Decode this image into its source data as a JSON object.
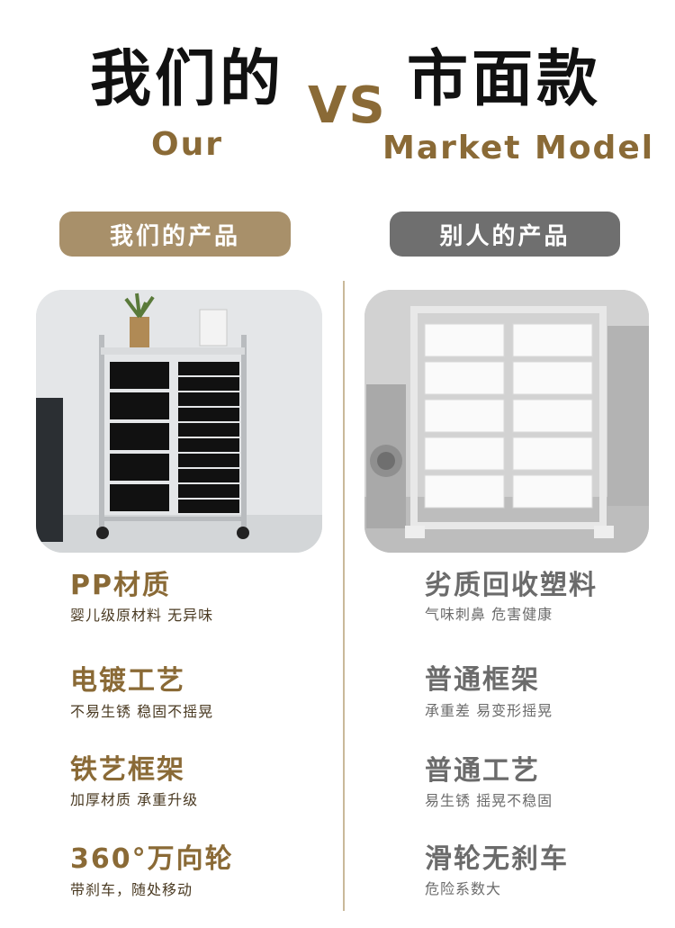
{
  "header": {
    "ours_title": "我们的",
    "vs_text": "VS",
    "market_title": "市面款",
    "ours_sub": "Our",
    "market_sub": "Market Model"
  },
  "pills": {
    "ours": "我们的产品",
    "others": "别人的产品"
  },
  "ours_features": [
    {
      "title": "PP材质",
      "desc": "婴儿级原材料 无异味"
    },
    {
      "title": "电镀工艺",
      "desc": "不易生锈 稳固不摇晃"
    },
    {
      "title": "铁艺框架",
      "desc": "加厚材质 承重升级"
    },
    {
      "title": "360°万向轮",
      "desc": "带刹车，随处移动"
    }
  ],
  "others_features": [
    {
      "title": "劣质回收塑料",
      "desc": "气味刺鼻 危害健康"
    },
    {
      "title": "普通框架",
      "desc": "承重差 易变形摇晃"
    },
    {
      "title": "普通工艺",
      "desc": "易生锈 摇晃不稳固"
    },
    {
      "title": "滑轮无刹车",
      "desc": "危险系数大"
    }
  ],
  "colors": {
    "brand_gold": "#8a6a36",
    "pill_gold": "#a8906a",
    "pill_gray": "#6f6f6f",
    "muted_gray": "#6b6b6b"
  }
}
